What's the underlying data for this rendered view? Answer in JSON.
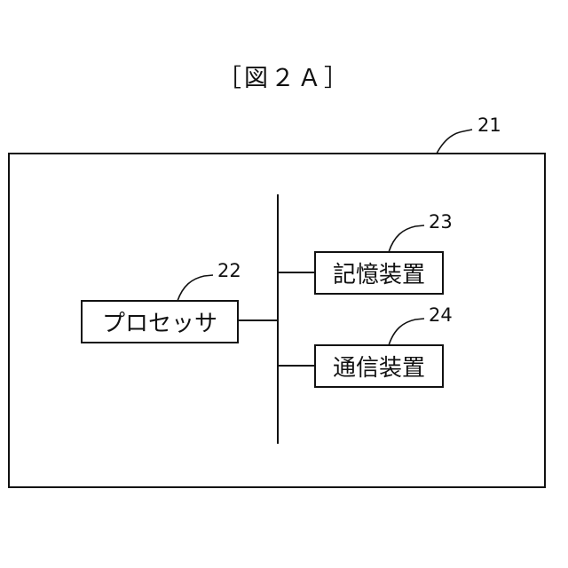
{
  "figure": {
    "title": "［図２Ａ］"
  },
  "device": {
    "ref": "21"
  },
  "processor": {
    "ref": "22",
    "label": "プロセッサ"
  },
  "storage": {
    "ref": "23",
    "label": "記憶装置"
  },
  "comm": {
    "ref": "24",
    "label": "通信装置"
  }
}
